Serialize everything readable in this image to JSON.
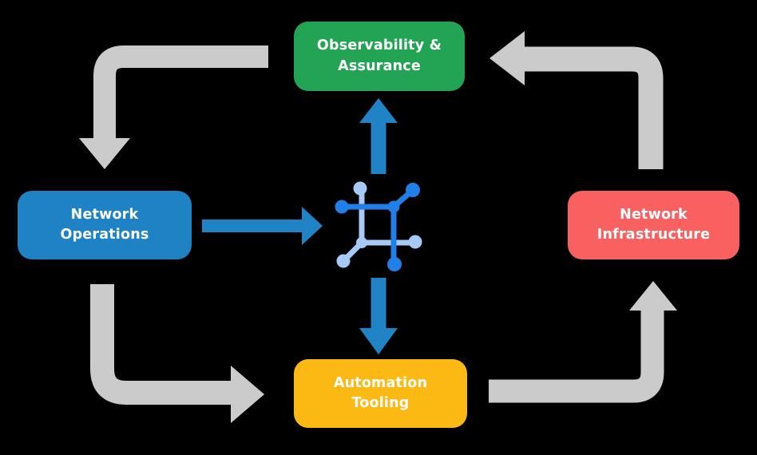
{
  "background_color": "#000000",
  "colors": {
    "flow_arrow_gray": "#cbcbcb",
    "io_arrow_blue": "#1f83c6",
    "icon_blue_dark": "#2080e8",
    "icon_blue_light": "#a6c9f5",
    "label_text": "#ffffff"
  },
  "nodes": {
    "observability": {
      "label": "Observability &\nAssurance",
      "color": "#23a455"
    },
    "operations": {
      "label": "Network\nOperations",
      "color": "#1e82c4"
    },
    "infrastructure": {
      "label": "Network\nInfrastructure",
      "color": "#f96161"
    },
    "automation": {
      "label": "Automation\nTooling",
      "color": "#fdb913"
    }
  },
  "flow_cycle": [
    {
      "from": "Observability & Assurance",
      "to": "Network Operations"
    },
    {
      "from": "Network Operations",
      "to": "Automation Tooling"
    },
    {
      "from": "Automation Tooling",
      "to": "Network Infrastructure"
    },
    {
      "from": "Network Infrastructure",
      "to": "Observability & Assurance"
    }
  ],
  "center_icon": {
    "name": "network-fabric-icon",
    "connections": [
      {
        "from": "Network Operations",
        "to": "center icon"
      },
      {
        "from": "center icon",
        "to": "Observability & Assurance"
      },
      {
        "from": "center icon",
        "to": "Automation Tooling"
      }
    ]
  }
}
